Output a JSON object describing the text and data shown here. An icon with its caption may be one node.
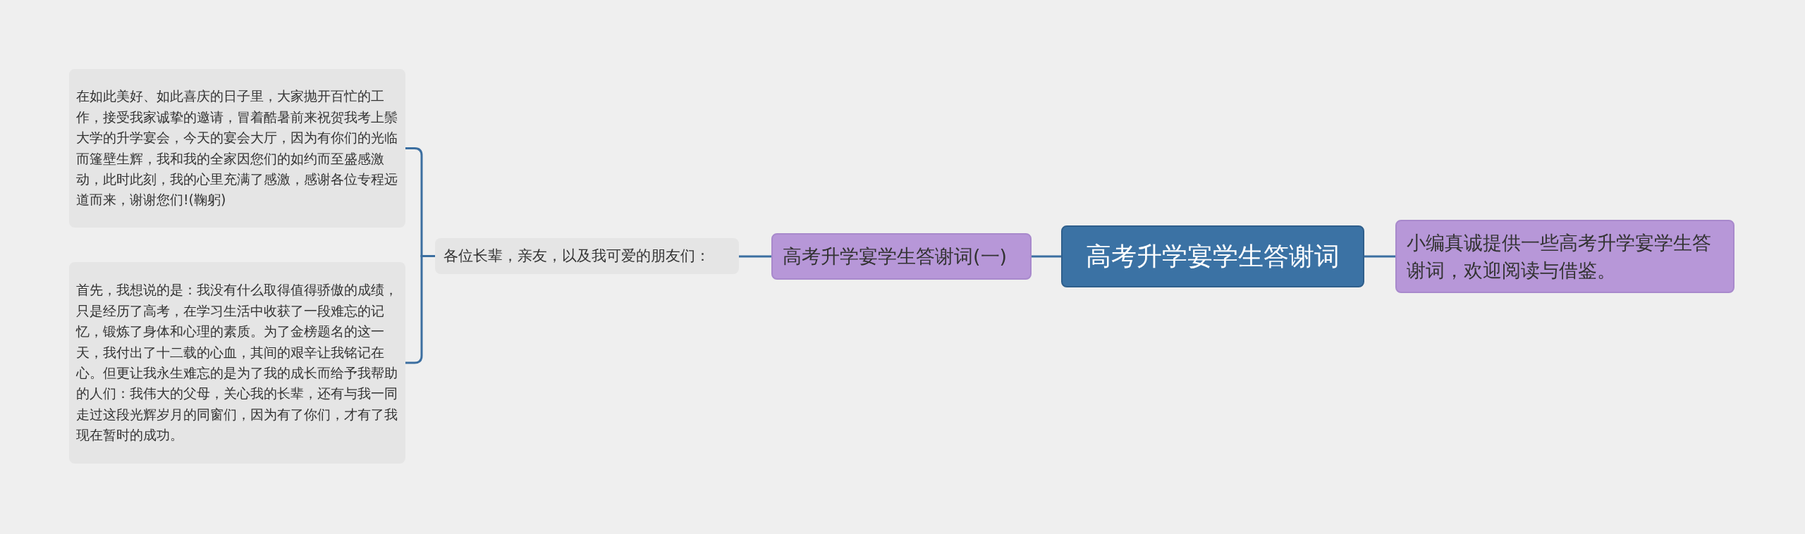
{
  "diagram": {
    "nodes": [
      {
        "text": [
          "高考升学宴学生答谢词"
        ]
      },
      {
        "text": [
          "小编真诚提供一些高考升学宴学生答谢词，欢迎阅读与借鉴。"
        ]
      },
      {
        "text": [
          "高考升学宴学生答谢词(一)"
        ]
      },
      {
        "text": [
          "各位长辈，亲友，以及我可爱的朋友们："
        ]
      },
      {
        "text": [
          "在如此美好、如此喜庆的日子里，大家抛开百忙的工作，接受我家诚挚的邀请，冒着酷暑前来祝贺我考上鬃大学的升学宴会，今天的宴会大厅，因为有你们的光临而篷壁生辉，我和我的全家因您们的如约而至盛感激动，此时此刻，我的心里充满了感激，感谢各位专程远道而来，谢谢您们!(鞠躬)"
        ]
      },
      {
        "text": [
          "首先，我想说的是：我没有什么取得值得骄傲的成绩，只是经历了高考，在学习生活中收获了一段难忘的记忆，锻炼了身体和心理的素质。为了金榜题名的这一天，我付出了十二载的心血，其间的艰辛让我铭记在心。但更让我永生难忘的是为了我的成长而给予我帮助的人们：我伟大的父母，关心我的长辈，还有与我一同走过这段光辉岁月的同窗们，因为有了你们，才有了我现在暂时的成功。"
        ]
      }
    ],
    "edges": [
      {
        "from": 0,
        "to": 1,
        "arrow": "none"
      },
      {
        "from": 0,
        "to": 2,
        "arrow": "none"
      },
      {
        "from": 2,
        "to": 3,
        "arrow": "none"
      },
      {
        "from": 3,
        "to": 4,
        "arrow": "none"
      },
      {
        "from": 3,
        "to": 5,
        "arrow": "none"
      }
    ]
  }
}
